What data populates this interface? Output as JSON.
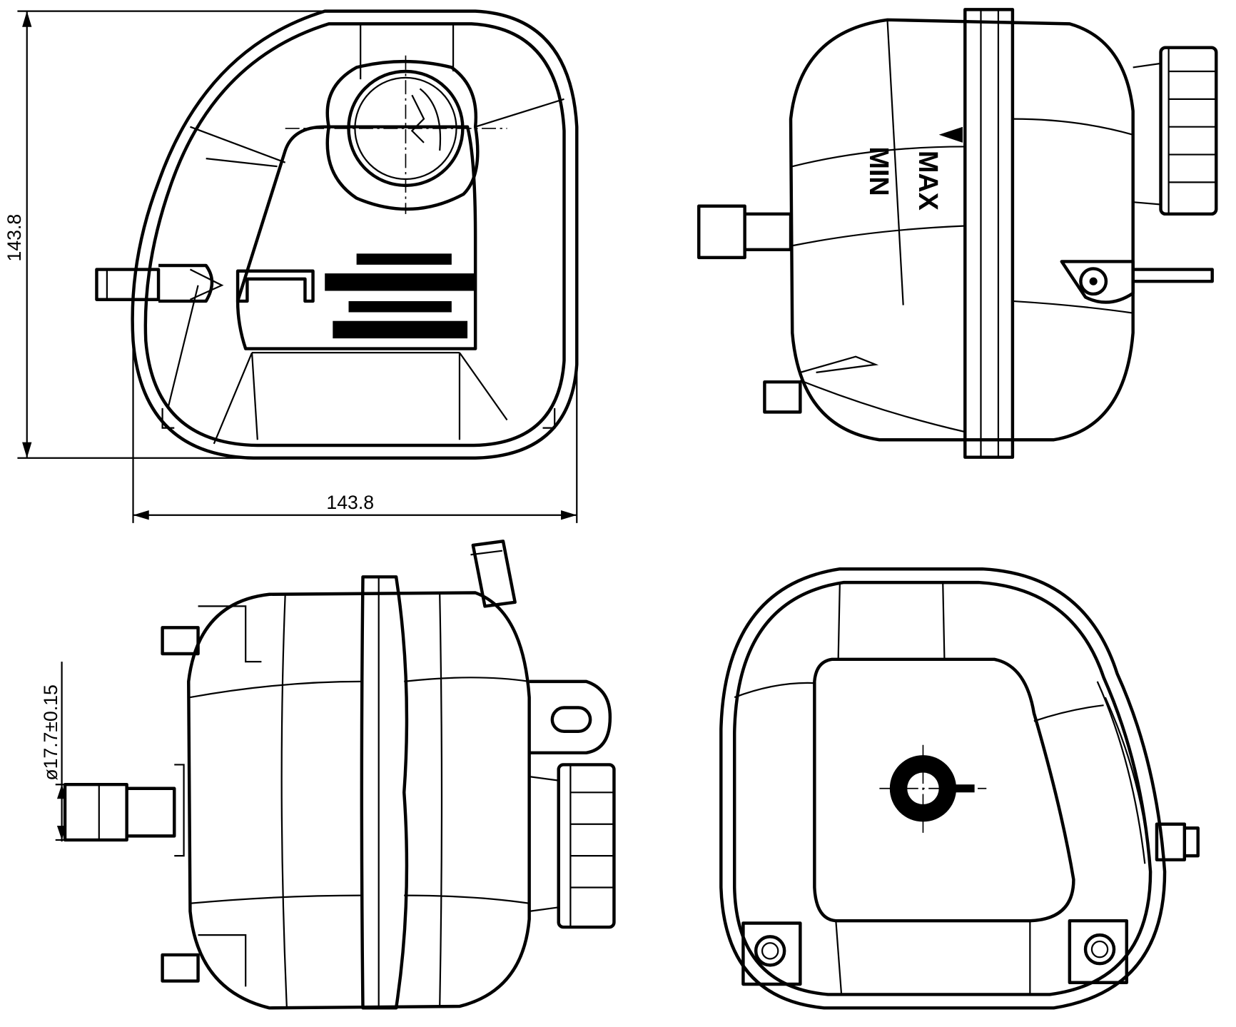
{
  "dimensions": {
    "height": "143.8",
    "width": "143.8",
    "hose_diameter": "ø17.7±0.15"
  },
  "level_marks": {
    "max": "MAX",
    "min": "MIN"
  },
  "colors": {
    "line": "#000000",
    "background": "#ffffff"
  }
}
